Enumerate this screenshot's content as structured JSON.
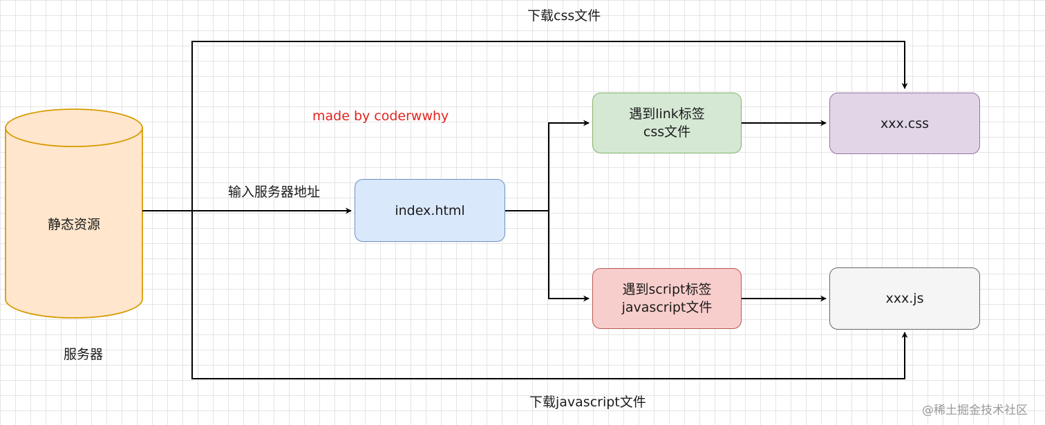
{
  "diagram": {
    "server_db_label": "静态资源",
    "server_caption": "服务器",
    "credit": "made by coderwwhy",
    "edge_input_label": "输入服务器地址",
    "edge_css_download_label": "下载css文件",
    "edge_js_download_label": "下载javascript文件",
    "nodes": {
      "index": "index.html",
      "link_tag": [
        "遇到link标签",
        "css文件"
      ],
      "script_tag": [
        "遇到script标签",
        "javascript文件"
      ],
      "css_file": "xxx.css",
      "js_file": "xxx.js"
    },
    "colors": {
      "database_fill": "#ffe6cc",
      "database_stroke": "#d79b00",
      "index_fill": "#dae8fc",
      "link_fill": "#d5e8d4",
      "script_fill": "#f8cecc",
      "css_fill": "#e1d5e7",
      "js_fill": "#f5f5f5",
      "credit": "#e3231f"
    }
  },
  "watermark": "@稀土掘金技术社区"
}
